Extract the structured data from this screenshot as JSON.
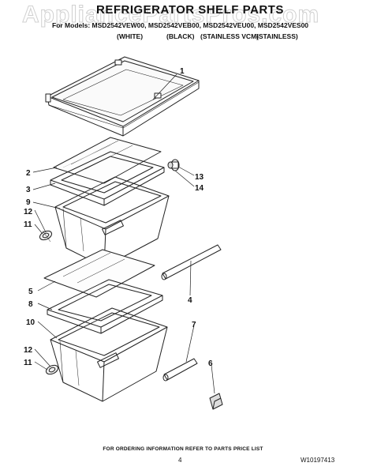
{
  "header": {
    "title": "REFRIGERATOR SHELF PARTS",
    "models": "For Models: MSD2542VEW00, MSD2542VEB00, MSD2542VEU00, MSD2542VES00",
    "variants": [
      "(WHITE)",
      "(BLACK)",
      "(STAINLESS VCM)",
      "(STAINLESS)"
    ]
  },
  "watermark": "AppliancePartsPros.com",
  "callouts": [
    "1",
    "2",
    "3",
    "9",
    "12",
    "11",
    "13",
    "14",
    "5",
    "8",
    "10",
    "4",
    "7",
    "12",
    "11",
    "6"
  ],
  "footer": {
    "note": "FOR ORDERING INFORMATION REFER TO PARTS PRICE LIST",
    "page": "4",
    "doc": "W10197413"
  }
}
